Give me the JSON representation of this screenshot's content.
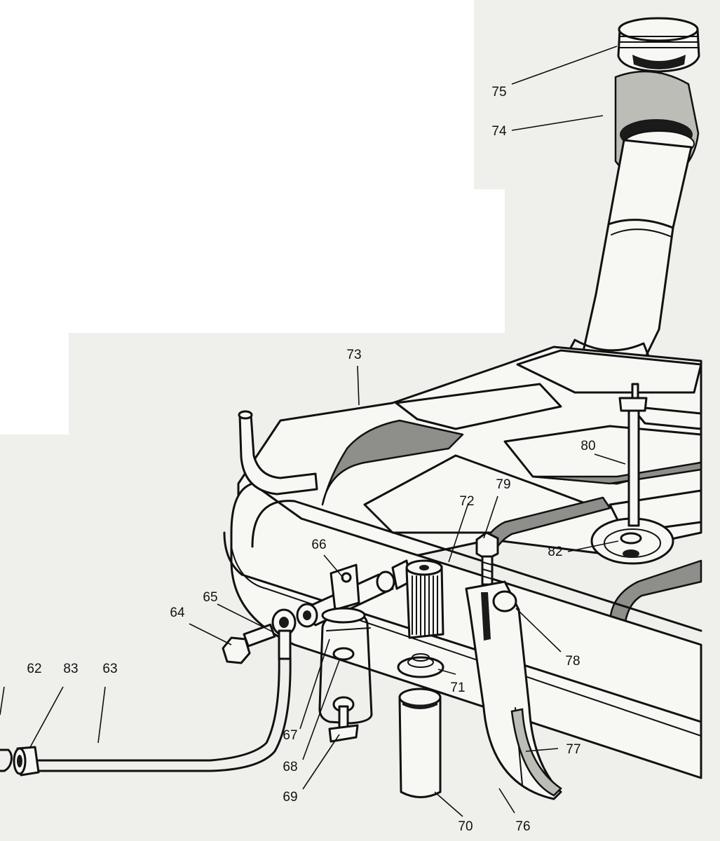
{
  "callouts": [
    {
      "id": "62",
      "text": "62"
    },
    {
      "id": "83",
      "text": "83"
    },
    {
      "id": "63",
      "text": "63"
    },
    {
      "id": "64",
      "text": "64"
    },
    {
      "id": "65",
      "text": "65"
    },
    {
      "id": "66",
      "text": "66"
    },
    {
      "id": "67",
      "text": "67"
    },
    {
      "id": "68",
      "text": "68"
    },
    {
      "id": "69",
      "text": "69"
    },
    {
      "id": "70",
      "text": "70"
    },
    {
      "id": "71",
      "text": "71"
    },
    {
      "id": "72",
      "text": "72"
    },
    {
      "id": "73",
      "text": "73"
    },
    {
      "id": "74",
      "text": "74"
    },
    {
      "id": "75",
      "text": "75"
    },
    {
      "id": "76",
      "text": "76"
    },
    {
      "id": "77",
      "text": "77"
    },
    {
      "id": "78",
      "text": "78"
    },
    {
      "id": "79",
      "text": "79"
    },
    {
      "id": "80",
      "text": "80"
    },
    {
      "id": "82",
      "text": "82"
    }
  ]
}
